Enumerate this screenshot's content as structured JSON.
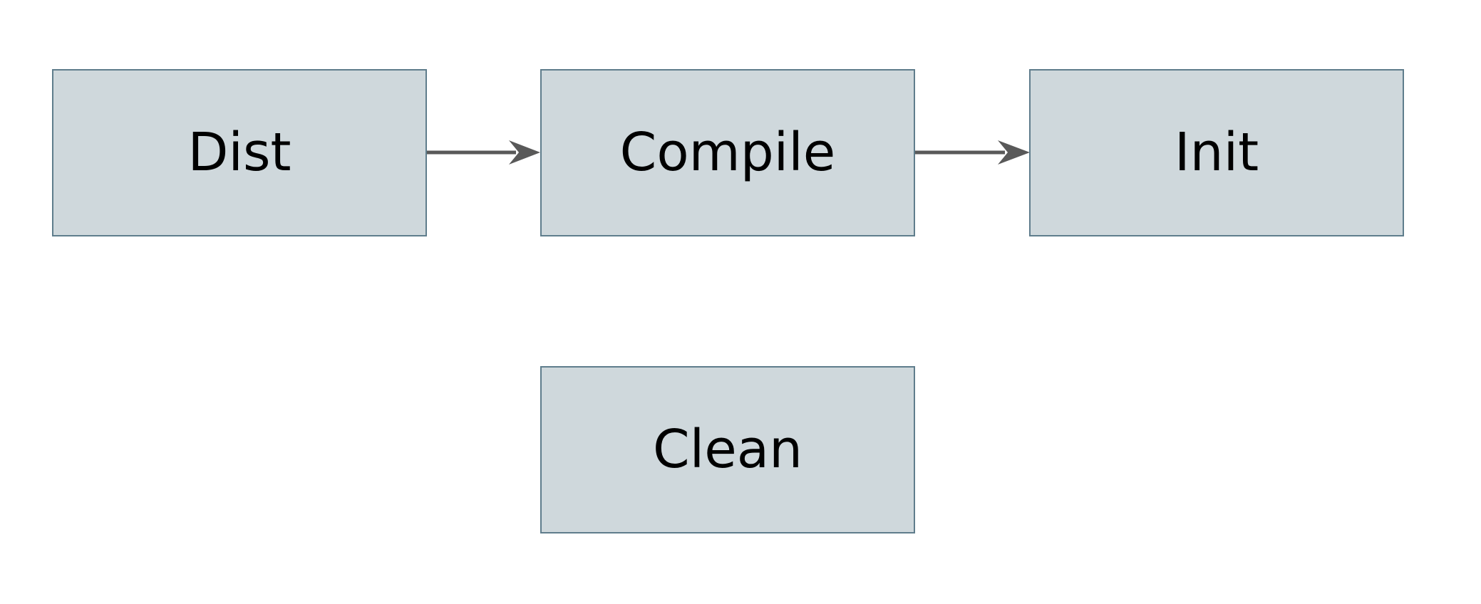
{
  "diagram": {
    "nodes": [
      {
        "id": "dist",
        "label": "Dist"
      },
      {
        "id": "compile",
        "label": "Compile"
      },
      {
        "id": "init",
        "label": "Init"
      },
      {
        "id": "clean",
        "label": "Clean"
      }
    ],
    "edges": [
      {
        "from": "dist",
        "to": "compile"
      },
      {
        "from": "compile",
        "to": "init"
      }
    ],
    "colors": {
      "node_fill": "#cfd8dc",
      "node_border": "#5f7d8c",
      "edge": "#595959",
      "text": "#000000",
      "background": "#ffffff"
    }
  }
}
